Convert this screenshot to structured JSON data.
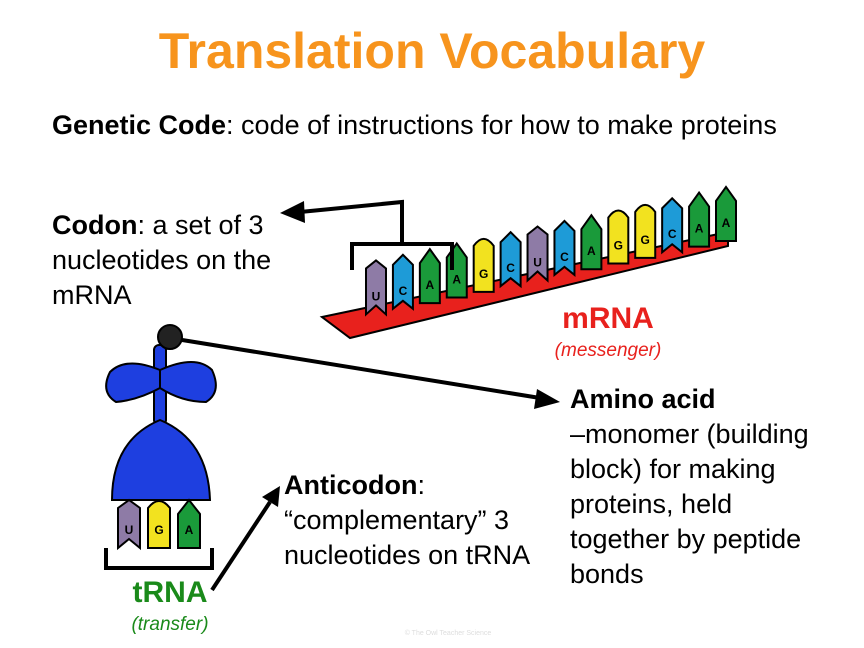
{
  "title": "Translation Vocabulary",
  "genetic_code": {
    "term": "Genetic Code",
    "definition": ": code of instructions for how to make proteins"
  },
  "codon": {
    "term": "Codon",
    "definition": ": a set of 3 nucleotides on the mRNA"
  },
  "anticodon": {
    "term": "Anticodon",
    "definition": ":",
    "line2": "“complementary” 3 nucleotides on tRNA"
  },
  "amino_acid": {
    "term": "Amino acid",
    "definition": "–monomer (building block) for making proteins, held together by peptide bonds"
  },
  "mrna": {
    "label": "mRNA",
    "sublabel": "(messenger)",
    "bases": [
      "U",
      "C",
      "A",
      "A",
      "G",
      "C",
      "U",
      "C",
      "A",
      "G",
      "G",
      "C",
      "A",
      "A"
    ]
  },
  "trna": {
    "label": "tRNA",
    "sublabel": "(transfer)",
    "bases": [
      "U",
      "G",
      "A"
    ]
  },
  "watermark": "© The Owl Teacher Science",
  "colors": {
    "title": "#F7941D",
    "mrna": "#E8211D",
    "trna": "#1A8A1A",
    "U": "#8E7BA6",
    "C": "#1E9BD7",
    "A": "#1A9A3A",
    "G": "#F2E21F",
    "trna_body": "#1E3FE0"
  }
}
